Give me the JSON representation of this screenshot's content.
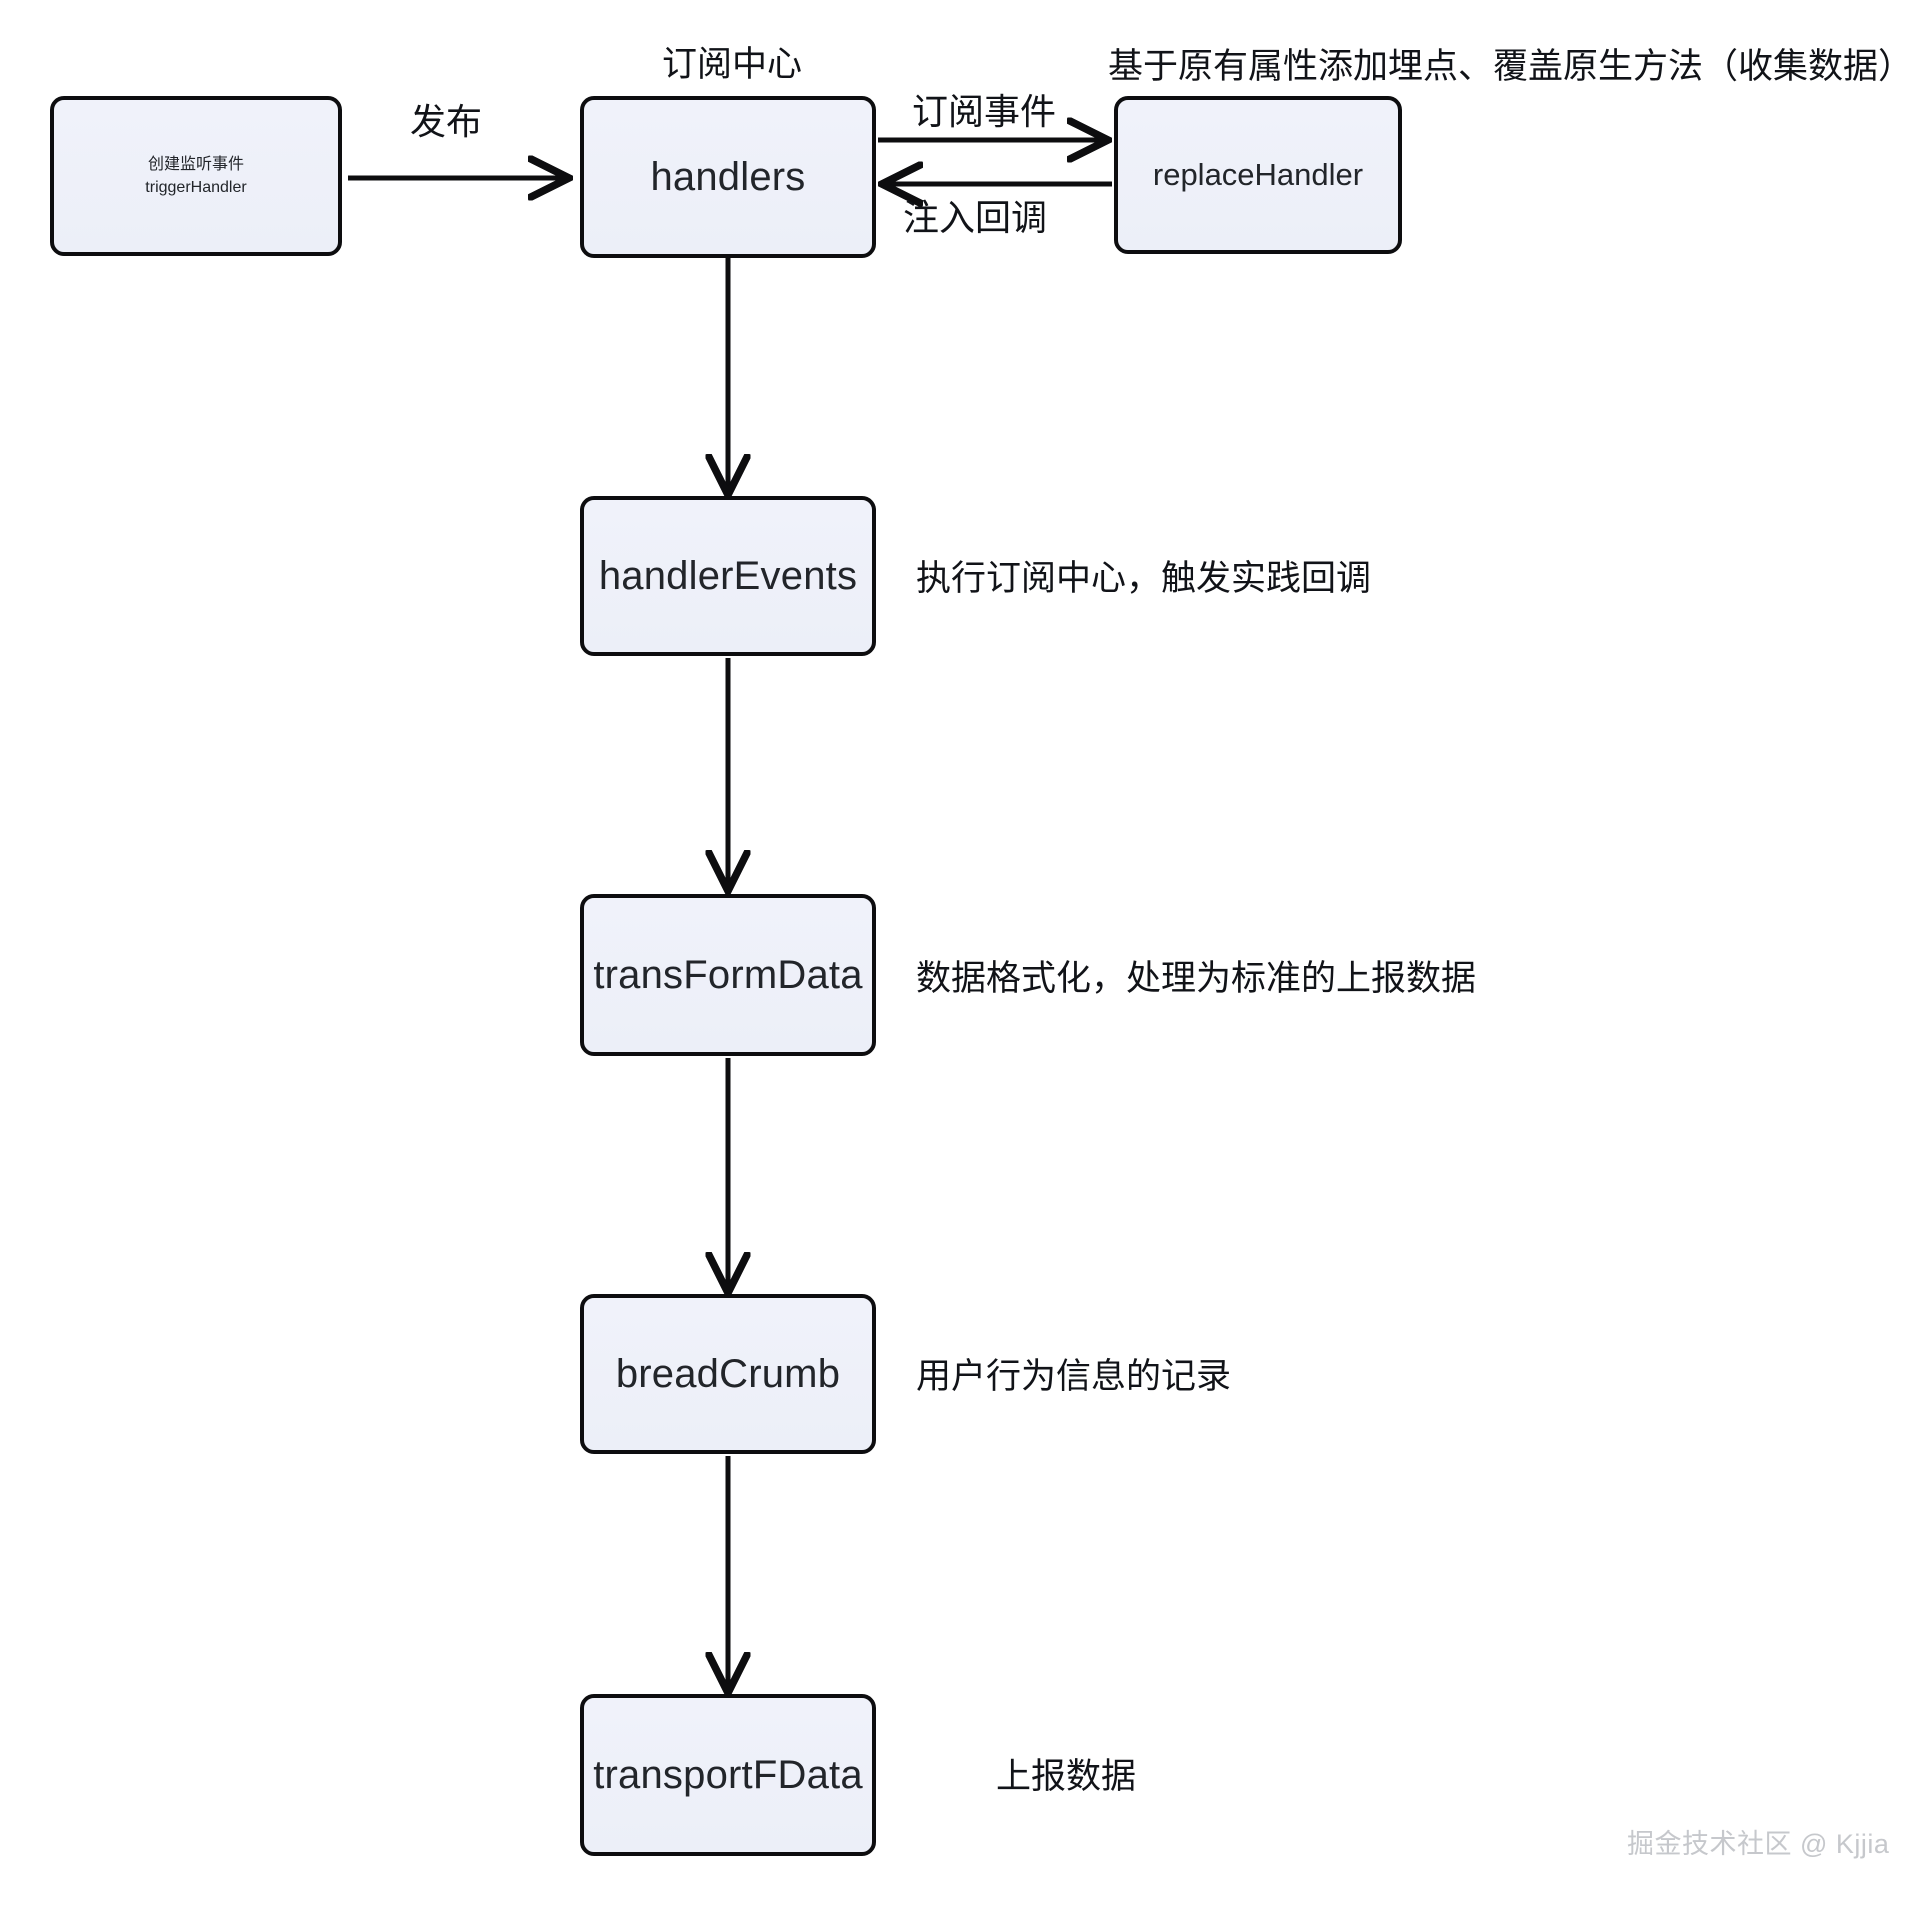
{
  "diagram": {
    "title_label": "订阅中心",
    "nodes": [
      {
        "id": "triggerHandler",
        "line1": "创建监听事件",
        "line2": "triggerHandler"
      },
      {
        "id": "handlers",
        "label": "handlers"
      },
      {
        "id": "replaceHandler",
        "label": "replaceHandler"
      },
      {
        "id": "handlerEvents",
        "label": "handlerEvents"
      },
      {
        "id": "transFormData",
        "label": "transFormData"
      },
      {
        "id": "breadCrumb",
        "label": "breadCrumb"
      },
      {
        "id": "transportFData",
        "label": "transportFData"
      }
    ],
    "edge_labels": {
      "publish": "发布",
      "subscribe_event": "订阅事件",
      "inject_callback": "注入回调"
    },
    "annotations": {
      "replace_handler_note": "基于原有属性添加埋点、覆盖原生方法（收集数据）",
      "handler_events_note": "执行订阅中心，触发实践回调",
      "trans_form_data_note": "数据格式化，处理为标准的上报数据",
      "bread_crumb_note": "用户行为信息的记录",
      "transport_note": "上报数据"
    },
    "watermark": "掘金技术社区 @ Kjjia",
    "colors": {
      "node_fill": "#eef1f9",
      "node_stroke": "#0d0d0f",
      "text": "#22252a",
      "edge": "#0d0d0f",
      "watermark": "#c6c8cc",
      "background": "#ffffff"
    }
  }
}
